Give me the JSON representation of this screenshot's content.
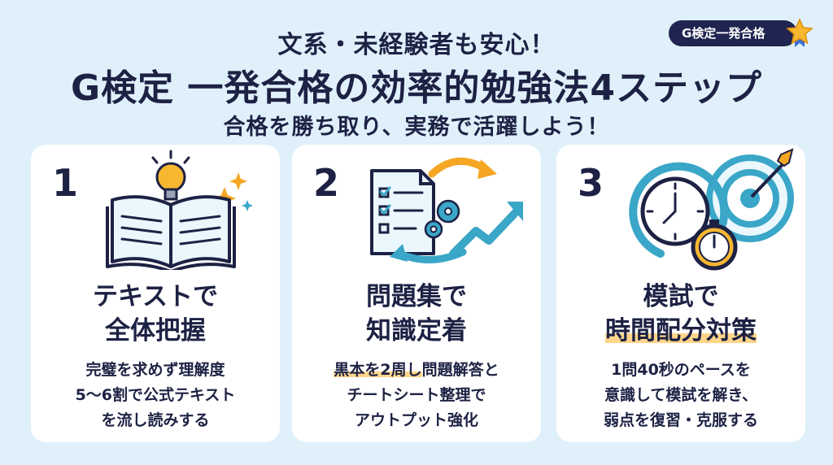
{
  "badge": {
    "label": "G検定一発合格",
    "icon": "star-icon"
  },
  "header": {
    "line1": "文系・未経験者も安心！",
    "title": "G検定 一発合格の効率的勉強法4ステップ",
    "subtitle": "合格を勝ち取り、実務で活躍しよう！"
  },
  "colors": {
    "background": "#dff0fb",
    "navy": "#1d2244",
    "teal": "#3aa6c8",
    "orange": "#f5a623",
    "highlight": "#ffd58a"
  },
  "cards": [
    {
      "number": "1",
      "icon": "open-book-lightbulb-icon",
      "title_line1": "テキストで",
      "title_line2": "全体把握",
      "body_line1": "完璧を求めず理解度",
      "body_line2": "5〜6割で公式テキスト",
      "body_line3": "を流し読みする"
    },
    {
      "number": "2",
      "icon": "checklist-gears-arrow-icon",
      "title_line1": "問題集で",
      "title_line2": "知識定着",
      "body_line1_highlight": "黒本を2周し",
      "body_line1_rest": "問題解答と",
      "body_line2": "チートシート整理で",
      "body_line3": "アウトプット強化"
    },
    {
      "number": "3",
      "icon": "clock-stopwatch-target-icon",
      "title_line1": "模試で",
      "title_line2": "時間配分対策",
      "body_line1": "1問40秒のペースを",
      "body_line2": "意識して模試を解き、",
      "body_line3": "弱点を復習・克服する"
    }
  ]
}
